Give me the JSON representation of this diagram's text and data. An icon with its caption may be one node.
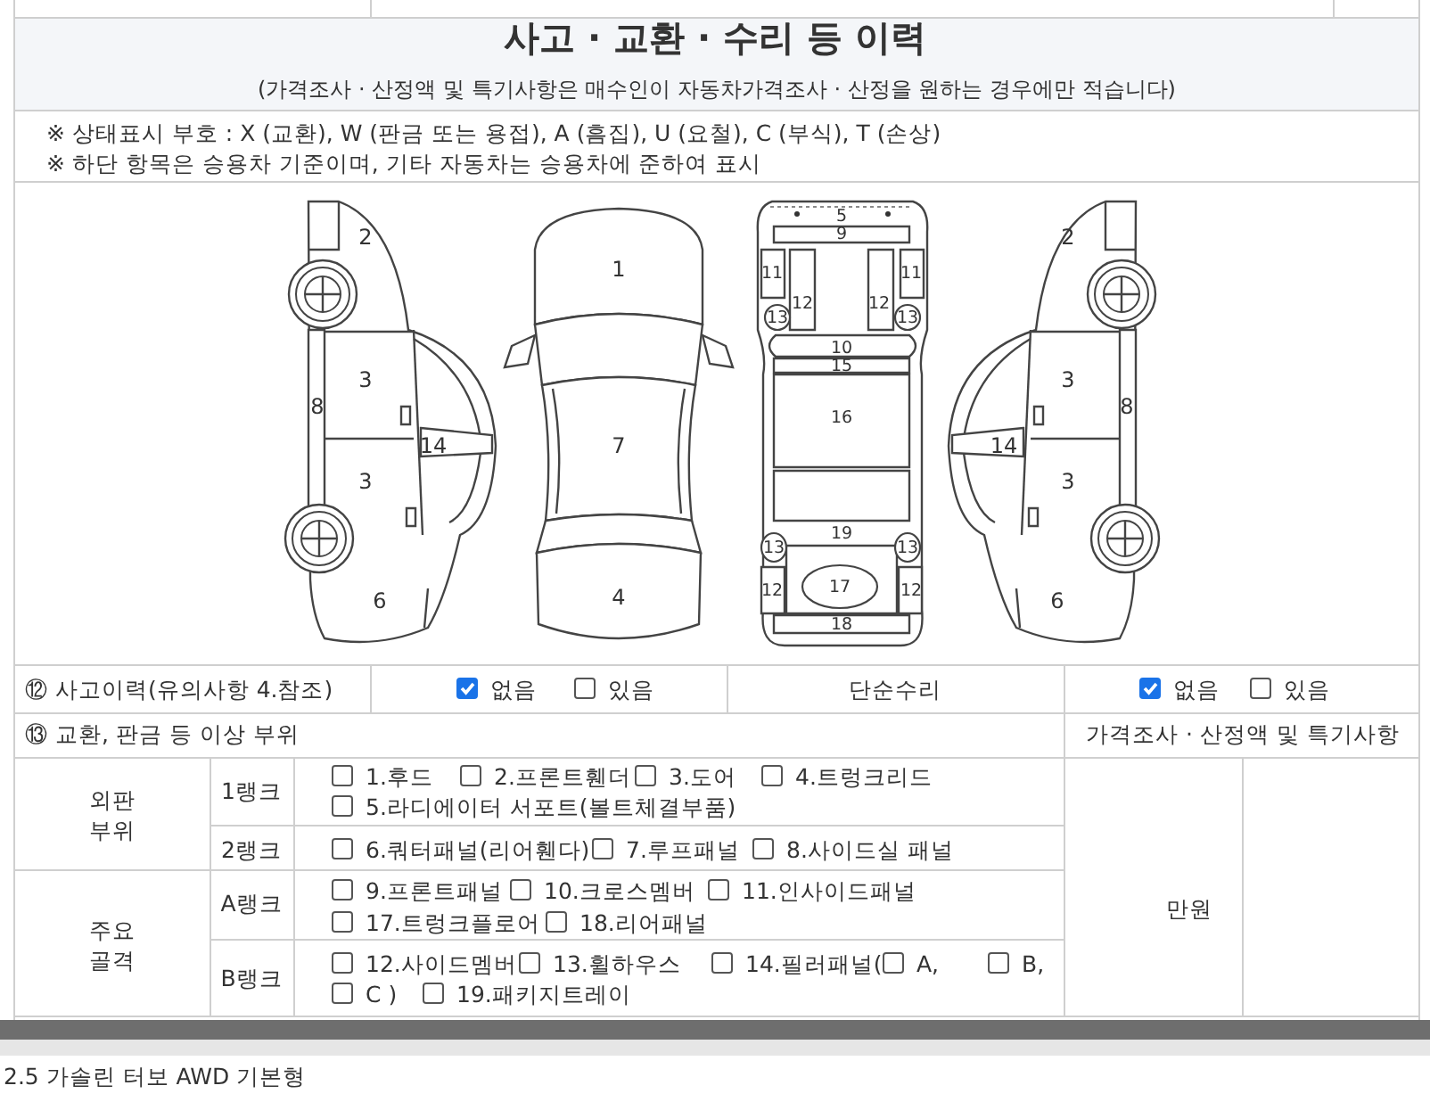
{
  "diagram": {
    "title": "사고 · 교환 · 수리 등 이력",
    "labels": [
      "(가격조사 · 산정액 및 특기사항은 매수인이 자동차가격조사 · 산정을 원하는 경우에만 적습니다)",
      "※ 상태표시 부호 : X (교환), W (판금 또는 용접), A (흠집), U (요철), C (부식), T (손상)",
      "※ 하단 항목은 승용차 기준이며, 기타 자동차는 승용차에 준하여 표시",
      "2",
      "3",
      "8",
      "14",
      "3",
      "6",
      "1",
      "7",
      "4",
      "5",
      "9",
      "11",
      "11",
      "12",
      "12",
      "13",
      "13",
      "10",
      "15",
      "16",
      "19",
      "13",
      "13",
      "12",
      "17",
      "12",
      "18",
      "2",
      "3",
      "8",
      "14",
      "3",
      "6",
      "⑫ 사고이력(유의사항 4.참조)",
      "없음",
      "있음",
      "단순수리",
      "없음",
      "있음",
      "⑬ 교환, 판금 등 이상 부위",
      "가격조사 · 산정액 및 특기사항",
      "외판 부위",
      "1랭크",
      "1.후드",
      "2.프론트휀더",
      "3.도어",
      "4.트렁크리드",
      "5.라디에이터 서포트(볼트체결부품)",
      "2랭크",
      "6.쿼터패널(리어휀다)",
      "7.루프패널",
      "8.사이드실 패널",
      "주요 골격",
      "A랭크",
      "9.프론트패널",
      "10.크로스멤버",
      "11.인사이드패널",
      "17.트렁크플로어",
      "18.리어패널",
      "만원",
      "B랭크",
      "12.사이드멤버",
      "13.휠하우스",
      "14.필러패널(",
      "A,",
      "B,",
      "C )",
      "19.패키지트레이",
      "2.5 가솔린 터보 AWD 기본형"
    ]
  }
}
